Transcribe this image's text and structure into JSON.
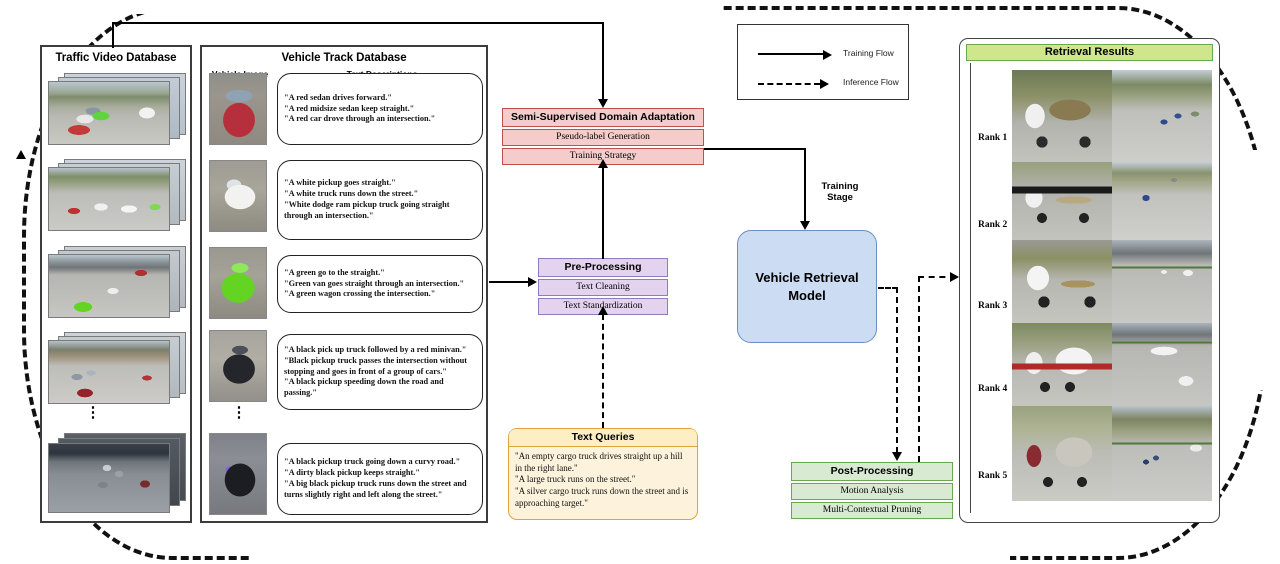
{
  "legend": {
    "training_flow": "Training Flow",
    "inference_flow": "Inference Flow"
  },
  "traffic_video_database": {
    "title": "Traffic Video Database",
    "ellipsis": "⋮",
    "frames": [
      {
        "name": "highway-daytime-frame"
      },
      {
        "name": "intersection-wide-frame"
      },
      {
        "name": "parking-lot-store-frame"
      },
      {
        "name": "hill-road-frame"
      },
      {
        "name": "city-street-night-frame"
      }
    ]
  },
  "vehicle_track_database": {
    "title": "Vehicle Track Database",
    "col_image": "Vehicle Image",
    "col_text": "Text Descriptions",
    "ellipsis": "⋮",
    "rows": [
      {
        "vehicle": "red-sedan",
        "descriptions": [
          "\"A red sedan drives forward.\"",
          "\"A red midsize sedan keep straight.\"",
          "\"A red car drove through an intersection.\""
        ]
      },
      {
        "vehicle": "white-pickup",
        "descriptions": [
          " \"A white pickup goes straight.\"",
          "\"A white truck runs down the street.\"",
          "\"White dodge ram pickup truck going straight through an intersection.\""
        ]
      },
      {
        "vehicle": "green-van",
        "descriptions": [
          "\"A green go to the straight.\"",
          "\"Green van goes straight through an intersection.\"",
          "\"A green wagon crossing the intersection.\""
        ]
      },
      {
        "vehicle": "black-suv",
        "descriptions": [
          "\"A black pick up truck followed by a red minivan.\"",
          "\"Black pickup truck passes the intersection without stopping and goes in front of a group of cars.\"",
          "\"A black pickup speeding down the road and passing.\""
        ]
      },
      {
        "vehicle": "black-pickup-night",
        "descriptions": [
          " \"A black pickup truck going down a curvy road.\"",
          "\"A dirty black pickup keeps straight.\"",
          "\"A big black pickup truck runs down the street and turns slightly right and left along   the street.\""
        ]
      }
    ]
  },
  "ssda": {
    "title": "Semi-Supervised Domain Adaptation",
    "rows": [
      "Pseudo-label Generation",
      "Training Strategy"
    ],
    "color": "#f4cccc",
    "border": "#c0504d"
  },
  "preprocessing": {
    "title": "Pre-Processing",
    "rows": [
      "Text Cleaning",
      "Text Standardization"
    ],
    "color": "#e4d3ef",
    "border": "#8e7cc3"
  },
  "postprocessing": {
    "title": "Post-Processing",
    "rows": [
      "Motion Analysis",
      "Multi-Contextual Pruning"
    ],
    "color": "#d9ead3",
    "border": "#6aa84f"
  },
  "text_queries": {
    "title": "Text Queries",
    "queries": [
      "\"An empty cargo truck drives straight up a hill in the right lane.\"",
      "\"A large truck runs on the street.\"",
      "\"A silver cargo truck runs down the street and is approaching target.\""
    ]
  },
  "vehicle_retrieval_model": {
    "label": "Vehicle Retrieval\nModel",
    "line1": "Vehicle Retrieval",
    "line2": "Model",
    "color": "#ccdcf2",
    "border": "#6b8fc4"
  },
  "edge_labels": {
    "training_stage_line1": "Training",
    "training_stage_line2": "Stage"
  },
  "retrieval_results": {
    "title": "Retrieval Results",
    "header_color": "#cfe68c",
    "ranks": [
      {
        "label": "Rank 1",
        "crop": "white-dump-truck",
        "scene": "highway-overview"
      },
      {
        "label": "Rank 2",
        "crop": "flatbed-truck",
        "scene": "road-overview"
      },
      {
        "label": "Rank 3",
        "crop": "white-flatbed-semi",
        "scene": "store-lot-overview"
      },
      {
        "label": "Rank 4",
        "crop": "white-semi-trailer",
        "scene": "store-lot-semi"
      },
      {
        "label": "Rank 5",
        "crop": "silver-container-truck",
        "scene": "hill-road-overview"
      }
    ]
  }
}
